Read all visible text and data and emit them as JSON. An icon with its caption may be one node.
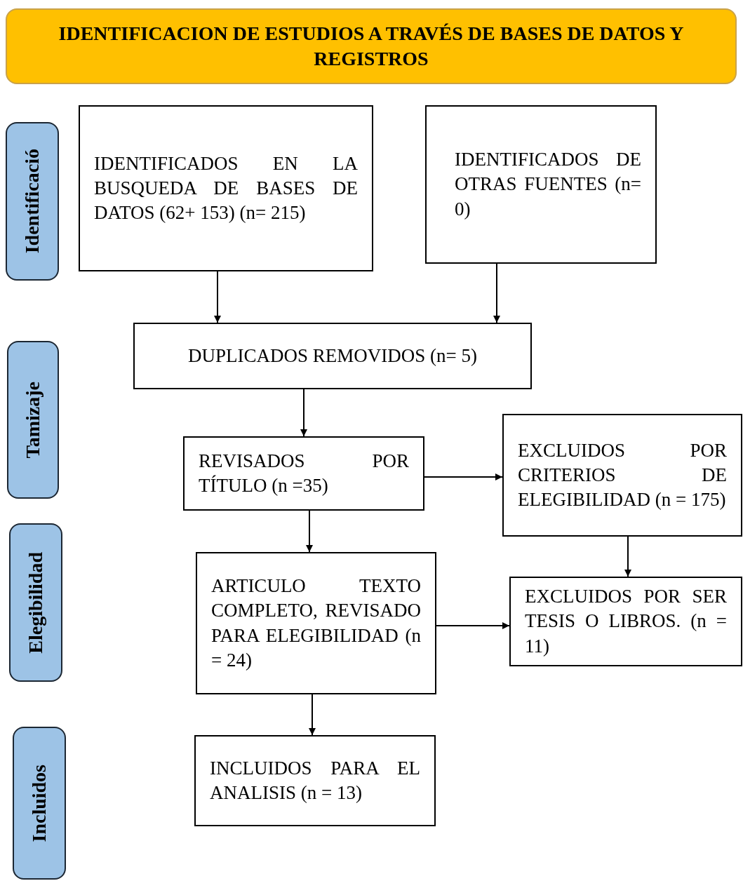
{
  "diagram": {
    "nodes": [
      {
        "text": [
          "IDENTIFICACION DE ESTUDIOS A TRAVÉS DE BASES DE DATOS Y REGISTROS"
        ]
      },
      {
        "text": [
          "Identificació"
        ]
      },
      {
        "text": [
          "IDENTIFICADOS EN LA BUSQUEDA DE BASES DE DATOS (62+ 153) (n= 215)"
        ]
      },
      {
        "text": [
          "IDENTIFICADOS DE OTRAS FUENTES (n= 0)"
        ]
      },
      {
        "text": [
          "Tamizaje"
        ]
      },
      {
        "text": [
          "DUPLICADOS REMOVIDOS (n= 5)"
        ]
      },
      {
        "text": [
          "REVISADOS POR TÍTULO (n =35)"
        ]
      },
      {
        "text": [
          "EXCLUIDOS POR CRITERIOS DE ELEGIBILIDAD (n = 175)"
        ]
      },
      {
        "text": [
          "Elegibilidad"
        ]
      },
      {
        "text": [
          "ARTICULO TEXTO COMPLETO, REVISADO PARA ELEGIBILIDAD (n = 24)"
        ]
      },
      {
        "text": [
          "EXCLUIDOS POR SER TESIS O LIBROS. (n = 11)"
        ]
      },
      {
        "text": [
          "Incluidos"
        ]
      },
      {
        "text": [
          "INCLUIDOS PARA EL ANALISIS (n = 13)"
        ]
      }
    ],
    "edges": [
      {
        "from": 2,
        "to": 5,
        "arrow": "to"
      },
      {
        "from": 3,
        "to": 5,
        "arrow": "to"
      },
      {
        "from": 5,
        "to": 6,
        "arrow": "to"
      },
      {
        "from": 6,
        "to": 7,
        "arrow": "to"
      },
      {
        "from": 6,
        "to": 9,
        "arrow": "to"
      },
      {
        "from": 7,
        "to": 10,
        "arrow": "to"
      },
      {
        "from": 9,
        "to": 10,
        "arrow": "to"
      },
      {
        "from": 9,
        "to": 12,
        "arrow": "to"
      }
    ]
  }
}
